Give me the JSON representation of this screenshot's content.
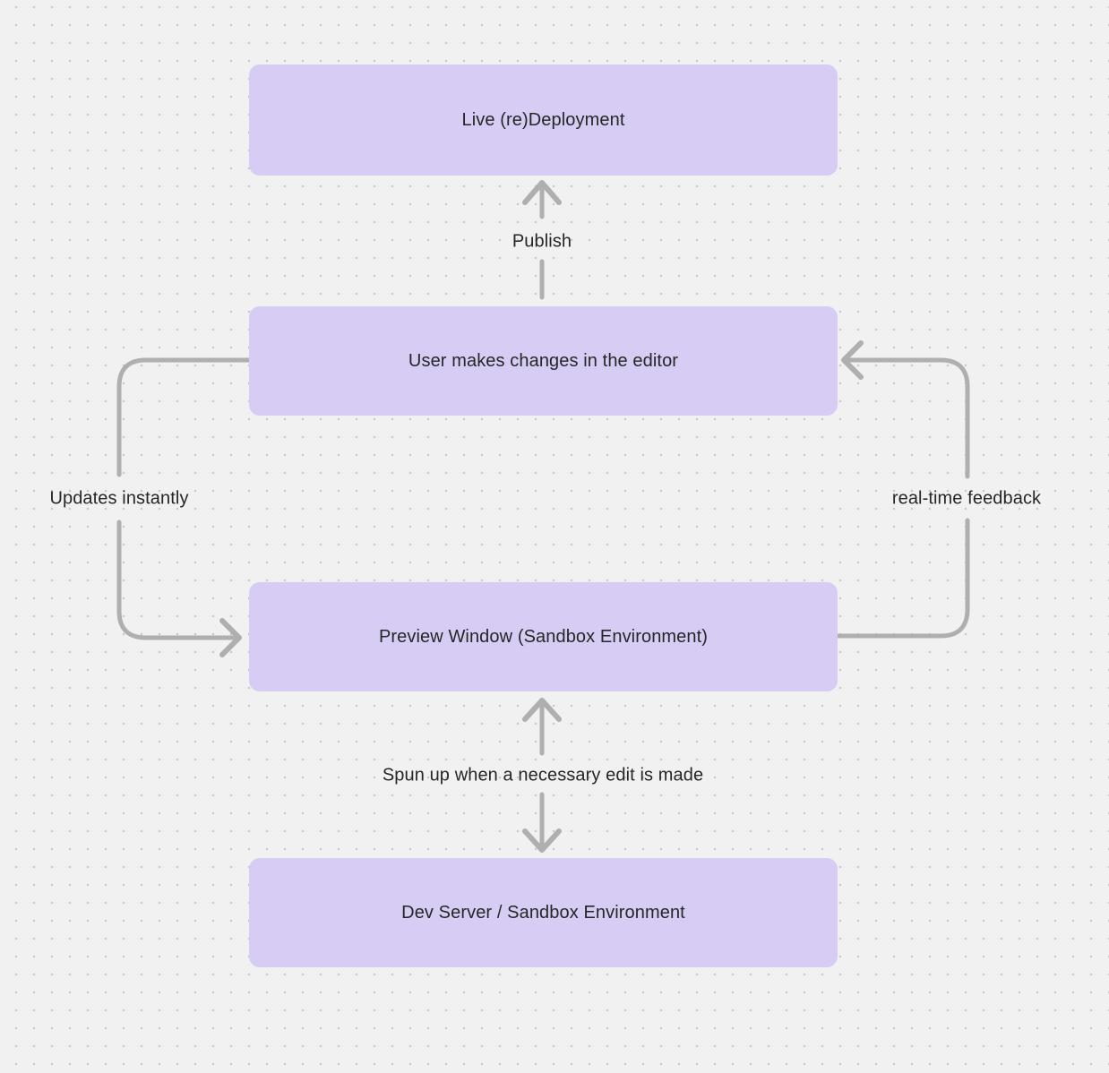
{
  "diagram": {
    "nodes": [
      {
        "id": "live-redeployment",
        "label": "Live (re)Deployment"
      },
      {
        "id": "user-editor",
        "label": "User makes changes in the editor"
      },
      {
        "id": "preview-window",
        "label": "Preview Window (Sandbox Environment)"
      },
      {
        "id": "dev-server",
        "label": "Dev Server / Sandbox Environment"
      }
    ],
    "edges": [
      {
        "label": "Publish",
        "from": "user-editor",
        "to": "live-redeployment",
        "style": "straight-up-arrow"
      },
      {
        "label": "Updates instantly",
        "from": "user-editor",
        "to": "preview-window",
        "style": "curved-left-down-arrow"
      },
      {
        "label": "real-time feedback",
        "from": "preview-window",
        "to": "user-editor",
        "style": "curved-right-up-arrow"
      },
      {
        "label": "Spun up when a necessary edit is made",
        "from": "preview-window",
        "to": "dev-server",
        "style": "double-vertical-arrows"
      }
    ],
    "colors": {
      "node_fill": "#d7cdf4",
      "node_text": "#262626",
      "edge_label_text": "#262626",
      "arrow": "#b0afaf",
      "canvas_background": "#f2f1f1",
      "grid_dot": "#c8c6c6"
    }
  }
}
